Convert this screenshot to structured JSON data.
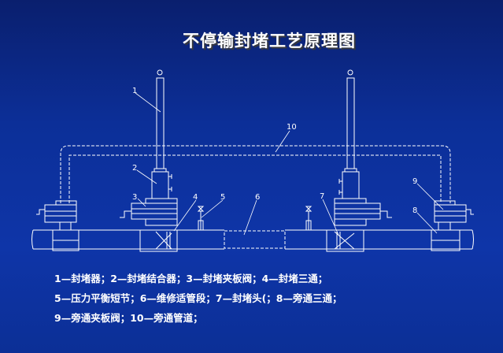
{
  "title": "不停输封堵工艺原理图",
  "labels": [
    "1",
    "2",
    "3",
    "4",
    "5",
    "6",
    "7",
    "8",
    "9",
    "10"
  ],
  "legend": [
    "1—封堵器；2—封堵结合器；3—封堵夹板阀；4—封堵三通；",
    "5—压力平衡短节；6—维修适管段；7—封堵头(；8—旁通三通；",
    "9—旁通夹板阀；10—旁通管道；"
  ],
  "colors": {
    "line": "#ffffff",
    "background": "#0c2f98"
  }
}
